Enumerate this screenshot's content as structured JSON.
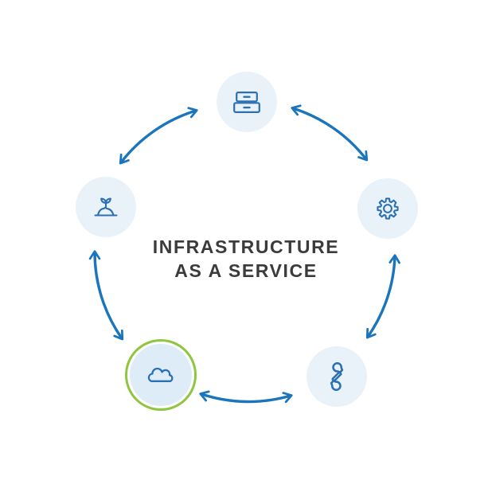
{
  "diagram": {
    "title": "INFRASTRUCTURE AS A SERVICE",
    "title_line1": "INFRASTRUCTURE",
    "title_line2": "AS A SERVICE",
    "nodes": [
      {
        "id": "servers",
        "icon": "server-stack-icon",
        "position": "top",
        "highlighted": false
      },
      {
        "id": "settings",
        "icon": "gear-icon",
        "position": "right",
        "highlighted": false
      },
      {
        "id": "tools",
        "icon": "wrench-icon",
        "position": "bottom-right",
        "highlighted": false
      },
      {
        "id": "cloud",
        "icon": "cloud-icon",
        "position": "bottom-left",
        "highlighted": true
      },
      {
        "id": "growth",
        "icon": "sprout-icon",
        "position": "left",
        "highlighted": false
      }
    ],
    "arrows": [
      {
        "between": [
          "growth",
          "servers"
        ],
        "bidirectional": true
      },
      {
        "between": [
          "servers",
          "settings"
        ],
        "bidirectional": true
      },
      {
        "between": [
          "settings",
          "tools"
        ],
        "bidirectional": true
      },
      {
        "between": [
          "tools",
          "cloud"
        ],
        "bidirectional": true
      },
      {
        "between": [
          "cloud",
          "growth"
        ],
        "bidirectional": true
      }
    ],
    "colors": {
      "arrow_blue": "#1b75bc",
      "icon_blue": "#2a70b2",
      "node_fill": "#e9f2f9",
      "highlight_node_fill": "#ddecf6",
      "highlight_ring_green": "#8ec63f",
      "title_text": "#3b3b3b",
      "background": "#ffffff"
    }
  }
}
